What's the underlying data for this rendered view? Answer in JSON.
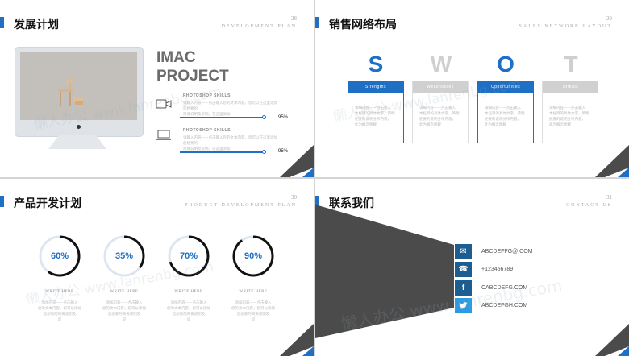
{
  "slides": [
    {
      "number": "28",
      "title": "发展计划",
      "subtitle": "DEVELOPMENT PLAN",
      "heading": [
        "IMAC",
        "PROJECT"
      ],
      "skills": [
        {
          "label": "PHOTOSHOP SKILLS",
          "icon": "video-camera-icon",
          "text": [
            "请输入内容——点击输入您的文本内容，您可以在这里添加您想要的",
            "简要说明及说明，在这里添加"
          ],
          "percent_label": "95%",
          "percent": 95
        },
        {
          "label": "PHOTOSHOP SKILLS",
          "icon": "laptop-icon",
          "text": [
            "请输入内容——点击输入您的文本内容，您可以在这里添加您想要的",
            "简要说明及说明，在这里添加"
          ],
          "percent_label": "95%",
          "percent": 95
        }
      ]
    },
    {
      "number": "29",
      "title": "销售网络布局",
      "subtitle": "SALES NETWORK LAYOUT",
      "swot": [
        {
          "letter": "S",
          "label": "Strengths",
          "color": "#1f6fc4",
          "text": [
            "详细内容——点击输入",
            "本栏目的具体文字，简明",
            "扼要的说明分项内容，",
            "此为概念图解"
          ]
        },
        {
          "letter": "W",
          "label": "Weaknesses",
          "color": "#c8c8c8",
          "text": [
            "详细内容——点击输入",
            "本栏目的具体文字，简明",
            "扼要的说明分项内容，",
            "此为概念图解"
          ]
        },
        {
          "letter": "O",
          "label": "Opportunities",
          "color": "#1f6fc4",
          "text": [
            "详细内容——点击输入",
            "本栏目的具体文字，简明",
            "扼要的说明分项内容，",
            "此为概念图解"
          ]
        },
        {
          "letter": "T",
          "label": "Threats",
          "color": "#c8c8c8",
          "text": [
            "详细内容——点击输入",
            "本栏目的具体文字，简明",
            "扼要的说明分项内容，",
            "此为概念图解"
          ]
        }
      ]
    },
    {
      "number": "30",
      "title": "产品开发计划",
      "subtitle": "PRODUCT DEVELOPMENT PLAN",
      "progress": [
        {
          "label": "60%",
          "value": 0.6,
          "caption": "WRITE HERE",
          "text": [
            "添加内容——点击输入",
            "您的文本内容，您可以添加",
            "您想要的简要说明及",
            "说"
          ]
        },
        {
          "label": "35%",
          "value": 0.35,
          "caption": "WRITE HERE",
          "text": [
            "添加内容——点击输入",
            "您的文本内容，您可以添加",
            "您想要的简要说明及",
            "说"
          ]
        },
        {
          "label": "70%",
          "value": 0.7,
          "caption": "WRITE HERE",
          "text": [
            "添加内容——点击输入",
            "您的文本内容，您可以添加",
            "您想要的简要说明及",
            "说"
          ]
        },
        {
          "label": "90%",
          "value": 0.9,
          "caption": "WRITE HERE",
          "text": [
            "添加内容——点击输入",
            "您的文本内容，您可以添加",
            "您想要的简要说明及",
            "说"
          ]
        }
      ]
    },
    {
      "number": "31",
      "title": "联系我们",
      "subtitle": "CONTACT US",
      "contacts": [
        {
          "icon": "mail-icon",
          "text": "ABCDEFFG@.COM",
          "color": "#1e5d8f"
        },
        {
          "icon": "phone-icon",
          "text": "+123456789",
          "color": "#1e5d8f"
        },
        {
          "icon": "facebook-icon",
          "text": "CABCDEFG.COM",
          "color": "#1e5d8f"
        },
        {
          "icon": "twitter-icon",
          "text": "ABCDEFGH.COM",
          "color": "#2e9be0"
        }
      ]
    }
  ],
  "watermark": "懒人办公  www.lanrenbg.com",
  "colors": {
    "accent": "#1f6fc4",
    "dark": "#4b4b4b",
    "gray": "#c8c8c8"
  }
}
